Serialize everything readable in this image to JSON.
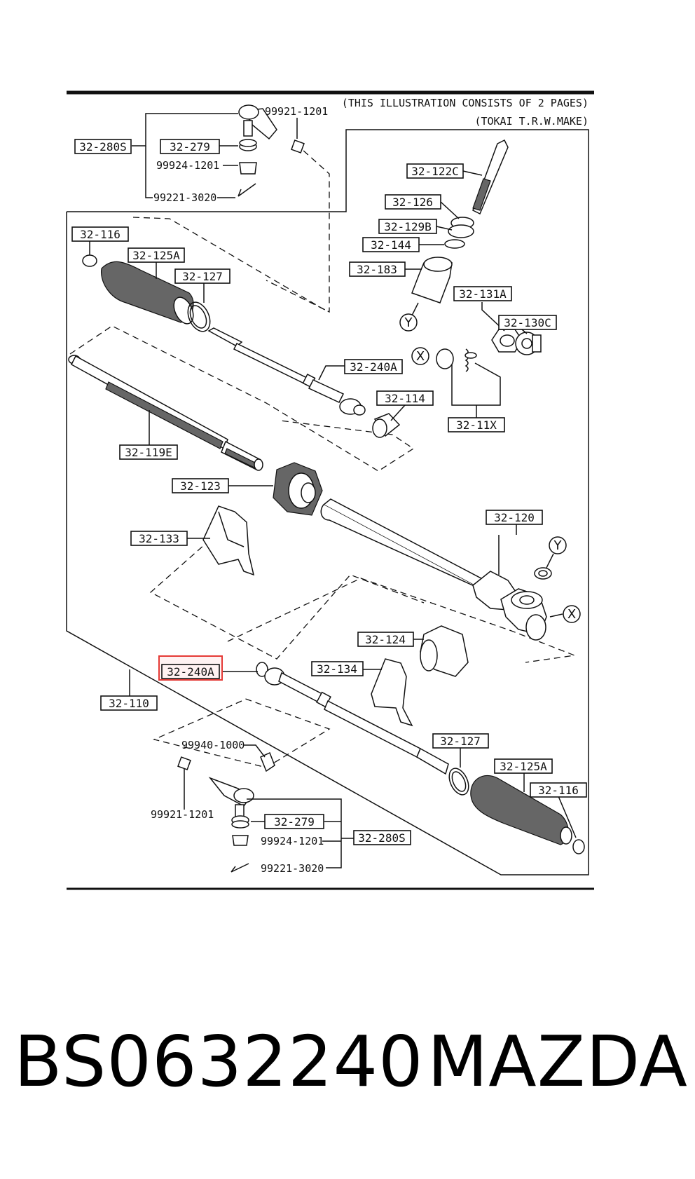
{
  "header": {
    "note_pages": "(THIS ILLUSTRATION CONSISTS OF  2 PAGES)",
    "note_make": "(TOKAI T.R.W.MAKE)"
  },
  "labels": {
    "l_280s_top": "32-280S",
    "l_279_top": "32-279",
    "l_116_top": "32-116",
    "l_125a_top": "32-125A",
    "l_127_top": "32-127",
    "l_122c": "32-122C",
    "l_126": "32-126",
    "l_129b": "32-129B",
    "l_144": "32-144",
    "l_183": "32-183",
    "l_131a": "32-131A",
    "l_130c": "32-130C",
    "l_240a_top": "32-240A",
    "l_114": "32-114",
    "l_11x": "32-11X",
    "l_119e": "32-119E",
    "l_123": "32-123",
    "l_133": "32-133",
    "l_120": "32-120",
    "l_124": "32-124",
    "l_134": "32-134",
    "l_240a_sel": "32-240A",
    "l_110": "32-110",
    "l_127_bot": "32-127",
    "l_125a_bot": "32-125A",
    "l_116_bot": "32-116",
    "l_279_bot": "32-279",
    "l_280s_bot": "32-280S"
  },
  "plain_parts": {
    "p_99921_top": "99921-1201",
    "p_99924_top": "99924-1201",
    "p_99221_top": "99221-3020",
    "p_99940": "99940-1000",
    "p_99921_bot": "99921-1201",
    "p_99924_bot": "99924-1201",
    "p_99221_bot": "99221-3020"
  },
  "markers": {
    "y": "Y",
    "x": "X"
  },
  "selected_label": "32-240A",
  "footer": {
    "part_number": "BS0632240",
    "brand": "MAZDA"
  },
  "colors": {
    "highlight": "#e53935"
  }
}
